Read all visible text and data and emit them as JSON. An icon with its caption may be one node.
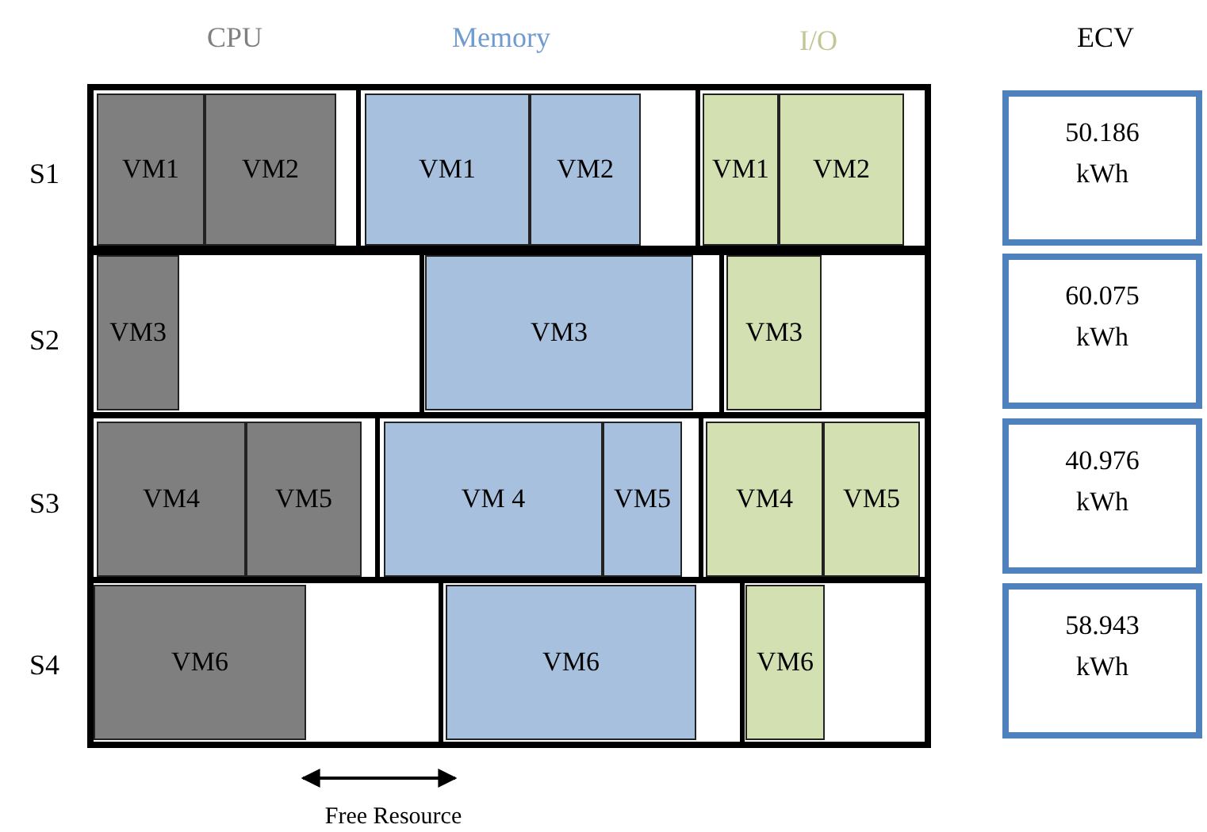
{
  "diagram": {
    "nodes": [
      {
        "text": [
          "VM1"
        ]
      },
      {
        "text": [
          "VM2"
        ]
      },
      {
        "text": [
          "VM1"
        ]
      },
      {
        "text": [
          "VM2"
        ]
      },
      {
        "text": [
          "VM1"
        ]
      },
      {
        "text": [
          "VM2"
        ]
      },
      {
        "text": [
          "50.186 kWh"
        ]
      },
      {
        "text": [
          "VM3"
        ]
      },
      {
        "text": [
          "VM3"
        ]
      },
      {
        "text": [
          "VM3"
        ]
      },
      {
        "text": [
          "60.075 kWh"
        ]
      },
      {
        "text": [
          "VM4"
        ]
      },
      {
        "text": [
          "VM5"
        ]
      },
      {
        "text": [
          "VM 4"
        ]
      },
      {
        "text": [
          "VM5"
        ]
      },
      {
        "text": [
          "VM4"
        ]
      },
      {
        "text": [
          "VM5"
        ]
      },
      {
        "text": [
          "40.976 kWh"
        ]
      },
      {
        "text": [
          "VM6"
        ]
      },
      {
        "text": [
          "VM6"
        ]
      },
      {
        "text": [
          "VM6"
        ]
      },
      {
        "text": [
          "58.943 kWh"
        ]
      }
    ],
    "edges": [],
    "labels": [
      "CPU",
      "Memory",
      "I/O",
      "ECV",
      "S1",
      "S2",
      "S3",
      "S4",
      "Free Resource"
    ]
  }
}
